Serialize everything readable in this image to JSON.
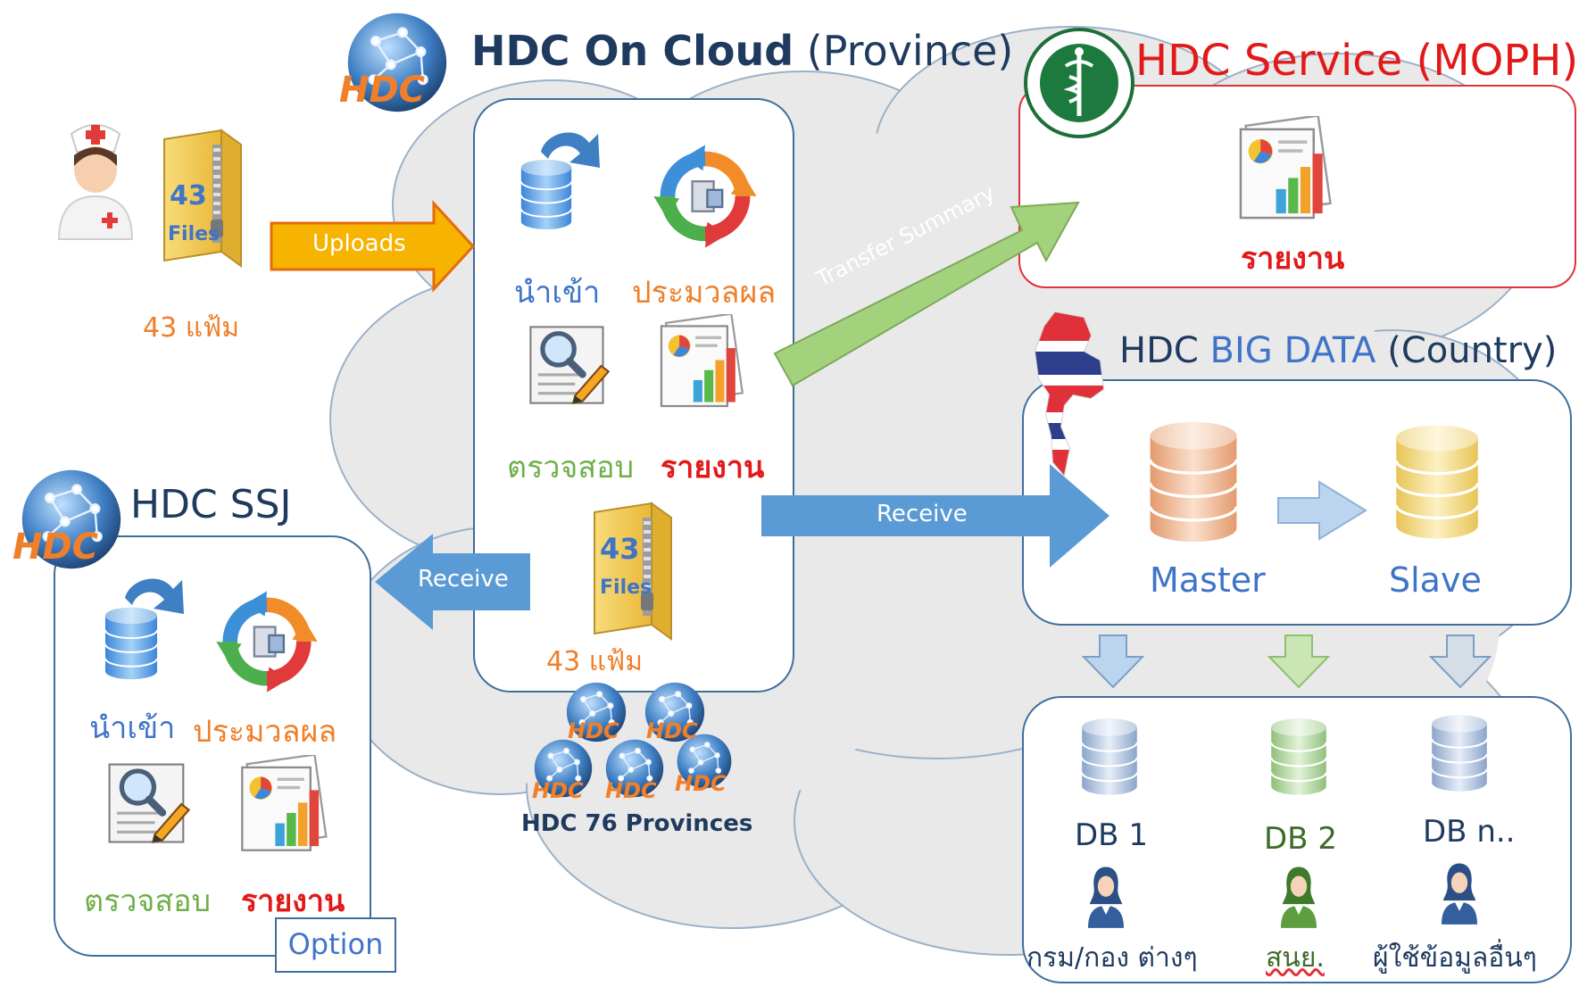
{
  "colors": {
    "navy": "#1f3a5f",
    "blue_text": "#3f74c8",
    "orange_text": "#f07f2a",
    "red_text": "#e31919",
    "green_text": "#6fb04a",
    "dark_green_text": "#3d6b28",
    "cloud": "#e9e9e9",
    "cloud_outline": "#9bb1c8",
    "upload_arrow": "#f6b400",
    "receive_arrow": "#5b9bd5",
    "transfer_arrow": "#9fd07a",
    "moph_border": "#e0303a"
  },
  "icons": [
    "hdc-globe-logo",
    "nurse-icon",
    "zip-files-icon",
    "database-icon",
    "process-cycle-icon",
    "inspect-icon",
    "report-chart-icon",
    "moph-seal-icon",
    "thailand-map-icon",
    "user-icon"
  ],
  "hdc_cloud": {
    "title": "HDC On Cloud",
    "title_suffix": "(Province)",
    "import_label": "นำเข้า",
    "process_label": "ประมวลผล",
    "check_label": "ตรวจสอบ",
    "report_label": "รายงาน",
    "files_number": "43",
    "files_word": "Files",
    "files_label": "43 แฟ้ม",
    "provinces_label": "HDC 76 Provinces",
    "logo_text": "HDC"
  },
  "source": {
    "files_number": "43",
    "files_word": "Files",
    "files_label": "43 แฟ้ม"
  },
  "arrows": {
    "uploads": "Uploads",
    "transfer": "Transfer Summary",
    "receive_right": "Receive",
    "receive_left": "Receive"
  },
  "moph": {
    "title": "HDC Service (MOPH)",
    "report_label": "รายงาน"
  },
  "bigdata": {
    "title_hdc": "HDC",
    "title_big": "BIG DATA",
    "title_suffix": "(Country)",
    "master": "Master",
    "slave": "Slave"
  },
  "ssj": {
    "title": "HDC SSJ",
    "import_label": "นำเข้า",
    "process_label": "ประมวลผล",
    "check_label": "ตรวจสอบ",
    "report_label": "รายงาน",
    "option": "Option",
    "logo_text": "HDC"
  },
  "databases": [
    {
      "name": "DB 1",
      "users": "กรม/กอง ต่างๆ"
    },
    {
      "name": "DB 2",
      "users": "สนย."
    },
    {
      "name": "DB n..",
      "users": "ผู้ใช้ข้อมูลอื่นๆ"
    }
  ]
}
